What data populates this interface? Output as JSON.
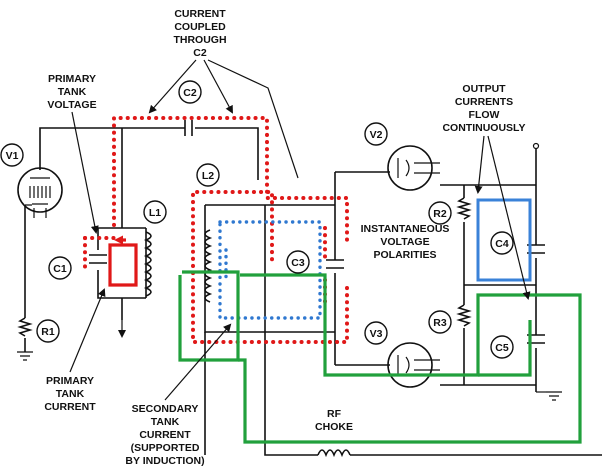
{
  "labels": {
    "current_coupled": [
      "CURRENT",
      "COUPLED",
      "THROUGH",
      "C2"
    ],
    "primary_tank_voltage": [
      "PRIMARY",
      "TANK",
      "VOLTAGE"
    ],
    "output_currents": [
      "OUTPUT",
      "CURRENTS",
      "FLOW",
      "CONTINUOUSLY"
    ],
    "instantaneous": [
      "INSTANTANEOUS",
      "VOLTAGE",
      "POLARITIES"
    ],
    "primary_tank_current": [
      "PRIMARY",
      "TANK",
      "CURRENT"
    ],
    "secondary_tank_current": [
      "SECONDARY",
      "TANK",
      "CURRENT",
      "(SUPPORTED",
      "BY INDUCTION)"
    ],
    "rf_choke": [
      "RF",
      "CHOKE"
    ]
  },
  "components": {
    "v1": "V1",
    "v2": "V2",
    "v3": "V3",
    "c1": "C1",
    "c2": "C2",
    "c3": "C3",
    "c4": "C4",
    "c5": "C5",
    "l1": "L1",
    "l2": "L2",
    "r1": "R1",
    "r2": "R2",
    "r3": "R3"
  },
  "colors": {
    "coupled_current": "#e01818",
    "secondary_current": "#2f78d0",
    "output_current": "#21a03c",
    "wire": "#111111"
  }
}
